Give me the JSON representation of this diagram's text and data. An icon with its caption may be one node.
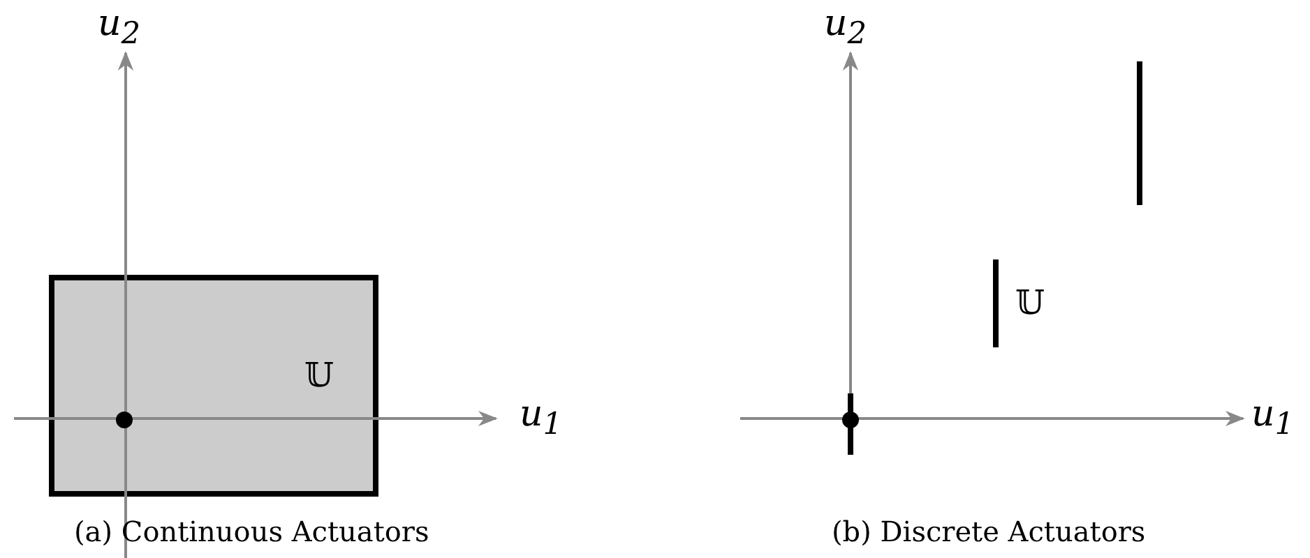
{
  "diagram": {
    "labels": [
      "u$_{2}$",
      "𝕌",
      "u$_{1}$",
      "(a) Continuous Actuators",
      "u$_{2}$",
      "𝕌",
      "u$_{1}$",
      "(b) Discrete Actuators"
    ]
  }
}
